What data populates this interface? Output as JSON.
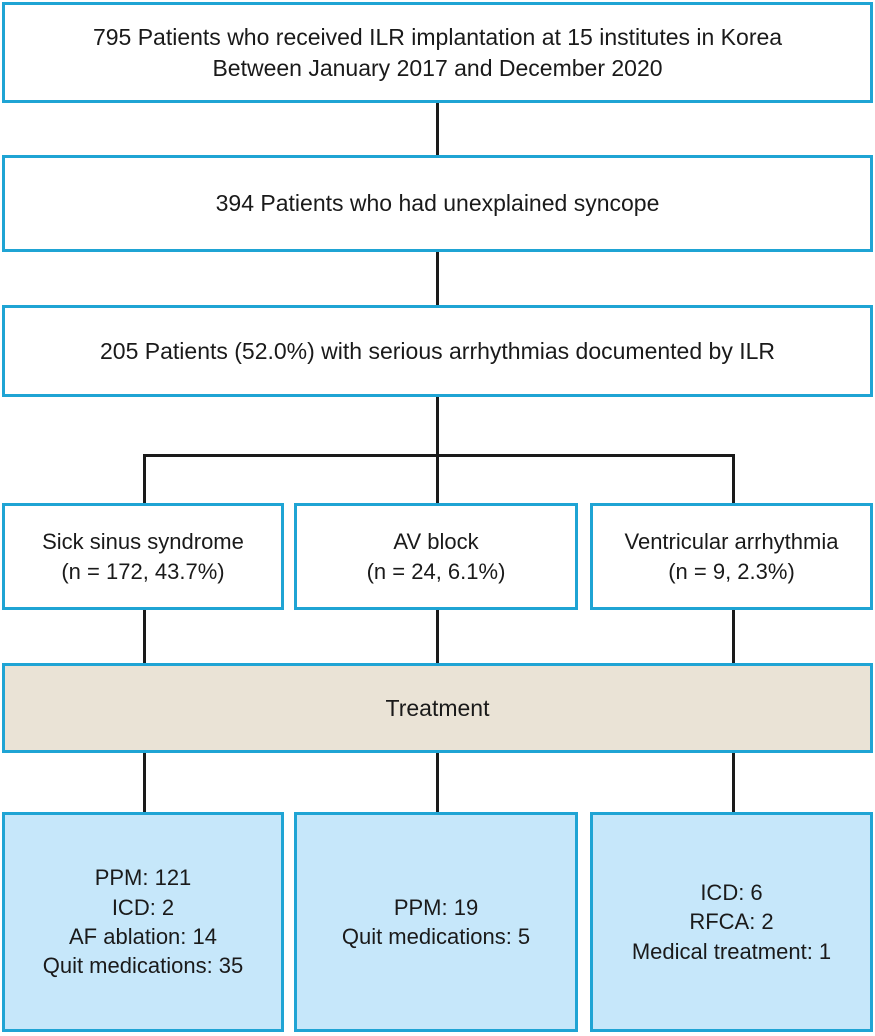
{
  "chart_data": {
    "type": "diagram",
    "title": "ILR implantation patient flow diagram",
    "nodes": [
      {
        "id": "cohort",
        "lines": [
          "795 Patients who received ILR implantation at 15 institutes in Korea",
          "Between January 2017 and December 2020"
        ],
        "value": 795,
        "fill": "#ffffff"
      },
      {
        "id": "syncope",
        "lines": [
          "394 Patients who had unexplained syncope"
        ],
        "value": 394,
        "fill": "#ffffff"
      },
      {
        "id": "arrhythmia",
        "lines": [
          "205 Patients (52.0%) with serious arrhythmias documented by ILR"
        ],
        "value": 205,
        "percent": 52.0,
        "fill": "#ffffff"
      },
      {
        "id": "sick-sinus-syndrome",
        "lines": [
          "Sick sinus syndrome",
          "(n = 172, 43.7%)"
        ],
        "value": 172,
        "percent": 43.7,
        "fill": "#ffffff"
      },
      {
        "id": "av-block",
        "lines": [
          "AV block",
          "(n = 24, 6.1%)"
        ],
        "value": 24,
        "percent": 6.1,
        "fill": "#ffffff"
      },
      {
        "id": "ventricular-arrhythmia",
        "lines": [
          "Ventricular arrhythmia",
          "(n = 9, 2.3%)"
        ],
        "value": 9,
        "percent": 2.3,
        "fill": "#ffffff"
      },
      {
        "id": "treatment",
        "lines": [
          "Treatment"
        ],
        "fill": "#eae3d6"
      },
      {
        "id": "treatment-sss",
        "lines": [
          "PPM: 121",
          "ICD: 2",
          "AF ablation: 14",
          "Quit medications: 35"
        ],
        "fill": "#c6e7fa"
      },
      {
        "id": "treatment-avb",
        "lines": [
          "PPM: 19",
          "Quit medications: 5"
        ],
        "fill": "#c6e7fa"
      },
      {
        "id": "treatment-va",
        "lines": [
          "ICD: 6",
          "RFCA: 2",
          "Medical treatment: 1"
        ],
        "fill": "#c6e7fa"
      }
    ]
  },
  "colors": {
    "border_blue": "#1fa4d4",
    "fill_light_blue": "#c6e7fa",
    "fill_beige": "#eae3d6",
    "connector": "#1a1a1a",
    "text": "#1a1a1a",
    "background": "#ffffff"
  },
  "cohort": {
    "line1": "795 Patients who received ILR implantation at 15 institutes in Korea",
    "line2": "Between January 2017 and December 2020"
  },
  "syncope": {
    "line1": "394 Patients who had unexplained syncope"
  },
  "arrhythmia": {
    "line1": "205 Patients (52.0%) with serious arrhythmias documented by ILR"
  },
  "diagnoses": [
    {
      "name": "Sick sinus syndrome",
      "stats": "(n = 172, 43.7%)"
    },
    {
      "name": "AV block",
      "stats": "(n = 24, 6.1%)"
    },
    {
      "name": "Ventricular arrhythmia",
      "stats": "(n = 9, 2.3%)"
    }
  ],
  "treatment": {
    "label": "Treatment"
  },
  "treatments": [
    {
      "l1": "PPM: 121",
      "l2": "ICD: 2",
      "l3": "AF ablation: 14",
      "l4": "Quit medications: 35"
    },
    {
      "l1": "PPM: 19",
      "l2": "Quit medications: 5"
    },
    {
      "l1": "ICD: 6",
      "l2": "RFCA: 2",
      "l3": "Medical treatment: 1"
    }
  ]
}
